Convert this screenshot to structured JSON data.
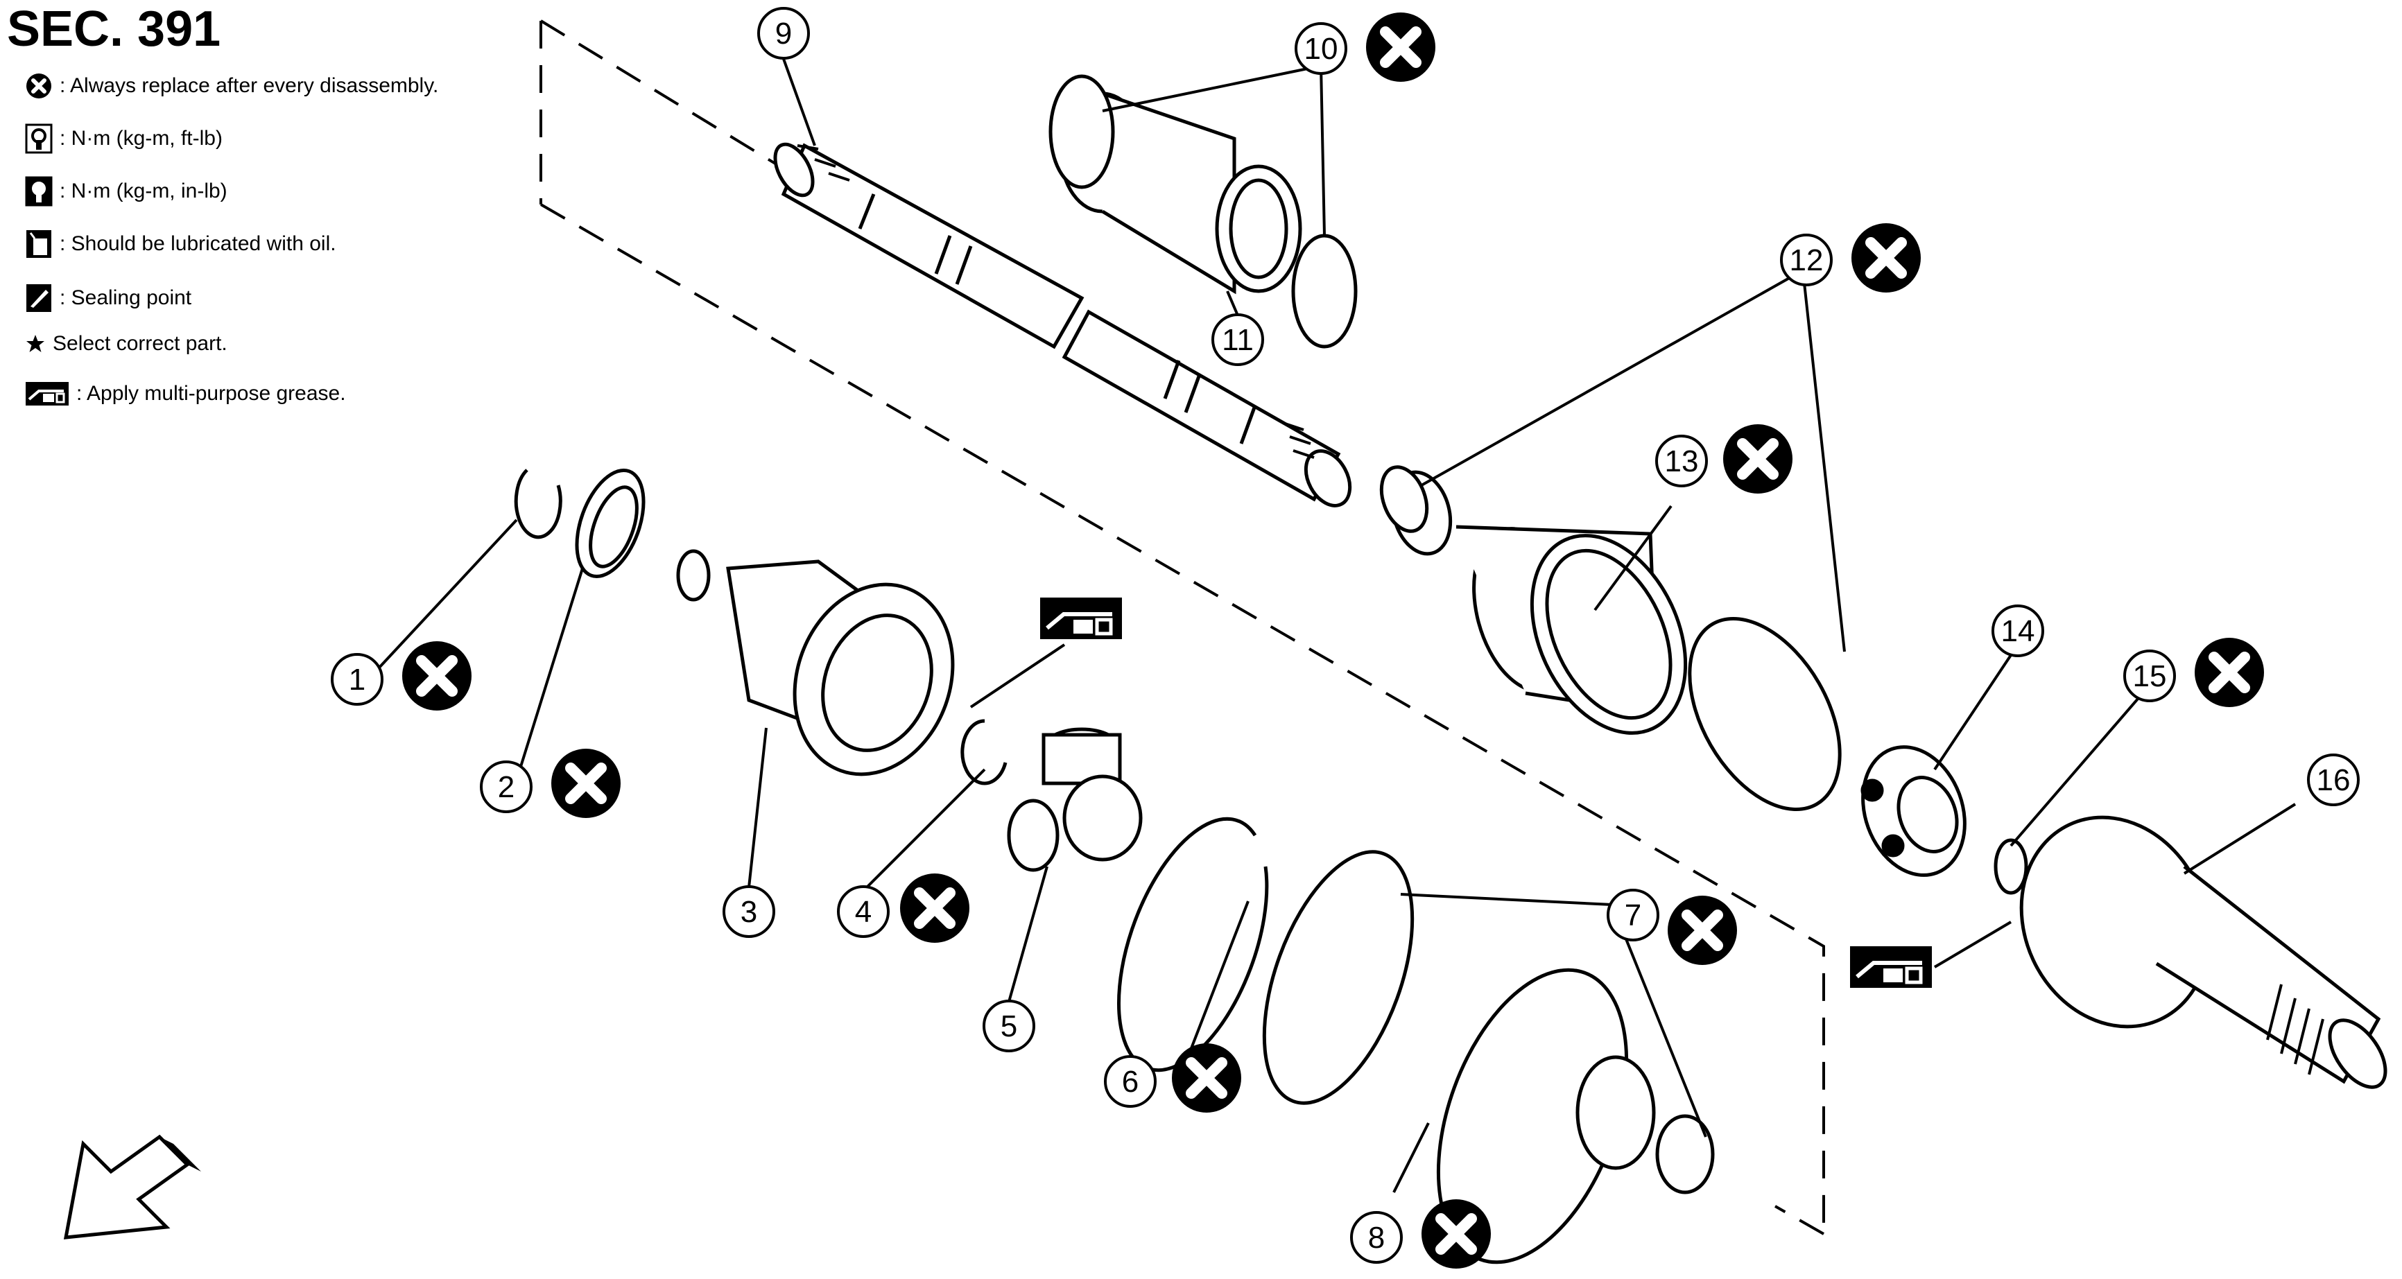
{
  "header": {
    "title": "SEC. 391"
  },
  "legend": {
    "items": [
      {
        "icon": "replace-x-icon",
        "text": ": Always replace after every disassembly."
      },
      {
        "icon": "torque-wrench-icon",
        "text": ": N·m (kg-m, ft-lb)"
      },
      {
        "icon": "torque-wrench-small-icon",
        "text": ": N·m (kg-m, in-lb)"
      },
      {
        "icon": "oil-can-icon",
        "text": ": Should be lubricated with oil."
      },
      {
        "icon": "sealant-icon",
        "text": ": Sealing point"
      },
      {
        "icon": "star-icon",
        "text": "Select correct part."
      },
      {
        "icon": "grease-gun-icon",
        "text": ": Apply multi-purpose grease."
      }
    ]
  },
  "callouts": [
    {
      "number": "1",
      "replace": true
    },
    {
      "number": "2",
      "replace": true
    },
    {
      "number": "3",
      "replace": false
    },
    {
      "number": "4",
      "replace": true
    },
    {
      "number": "5",
      "replace": false
    },
    {
      "number": "6",
      "replace": true
    },
    {
      "number": "7",
      "replace": true
    },
    {
      "number": "8",
      "replace": true
    },
    {
      "number": "9",
      "replace": false
    },
    {
      "number": "10",
      "replace": true
    },
    {
      "number": "11",
      "replace": false
    },
    {
      "number": "12",
      "replace": true
    },
    {
      "number": "13",
      "replace": true
    },
    {
      "number": "14",
      "replace": false
    },
    {
      "number": "15",
      "replace": true
    },
    {
      "number": "16",
      "replace": false
    }
  ],
  "colors": {
    "line": "#000000",
    "background": "#ffffff"
  }
}
